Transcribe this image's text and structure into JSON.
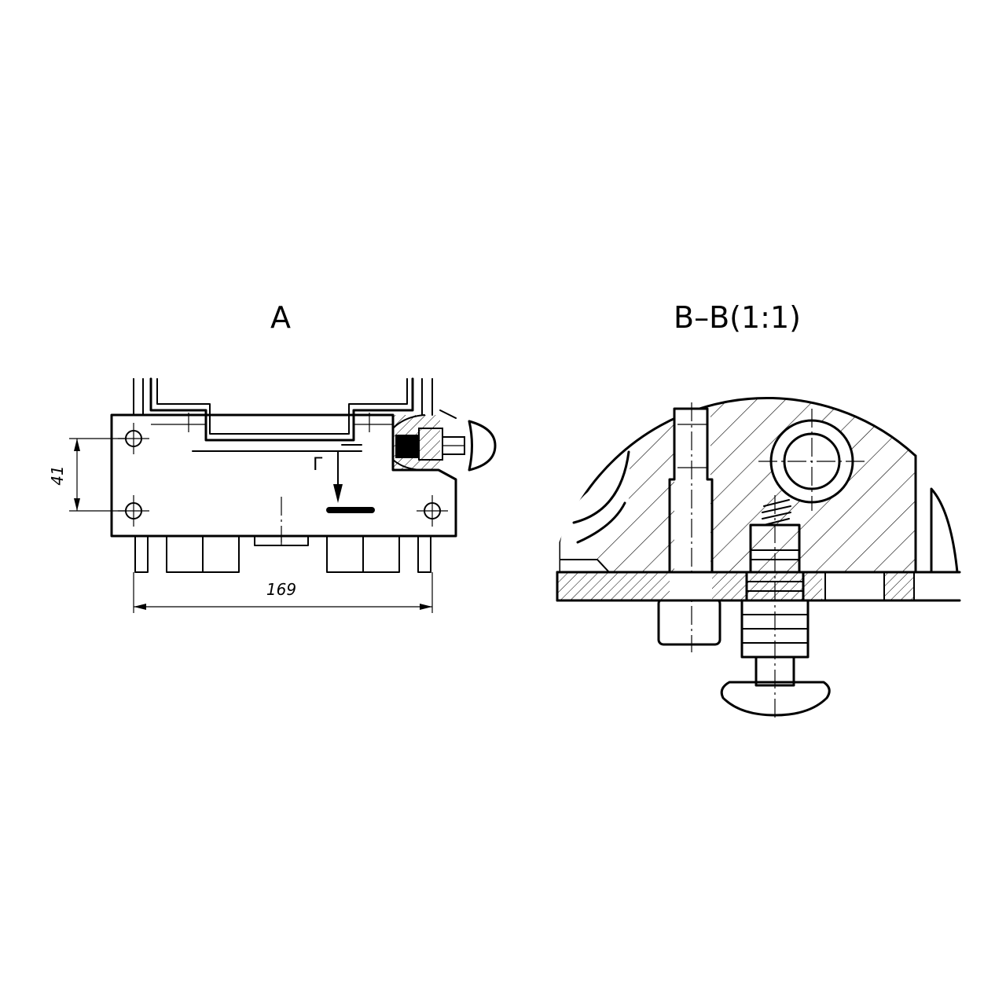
{
  "views": {
    "front": {
      "title": "A"
    },
    "section": {
      "title": "B–B(1:1)"
    }
  },
  "dimensions": {
    "height": "41",
    "width": "169"
  },
  "labels": {
    "section_mark": "Г"
  }
}
